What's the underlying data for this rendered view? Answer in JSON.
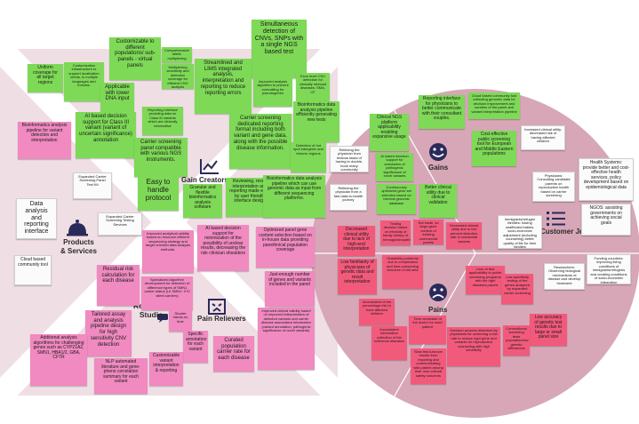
{
  "section_labels": {
    "gain_creators": "Gain Creators",
    "products_services": "Products\n& Services",
    "pain_relievers": "Pain Relievers",
    "gains": "Gains",
    "customer_jobs": "Customer Jobs",
    "pains": "Pains",
    "reporting_studio": "Reporting\nStudio"
  },
  "icons": [
    "chart-icon",
    "bell-icon",
    "face-sad-icon",
    "face-smile-icon",
    "checklist-icon",
    "speech-bubble-icon"
  ],
  "colors": {
    "green": "#7ed957",
    "pink": "#f08ac0",
    "red": "#f25a7c",
    "white": "#fbfbfb",
    "canvas": "#efdfe4"
  },
  "notes": [
    {
      "text": "Uniform coverage for all target regions"
    },
    {
      "text": "Customization infrastructure to support localization needs, in multiple languages and formats."
    },
    {
      "text": "Customizable to different populations/ sub-panels - virtual panels"
    },
    {
      "text": "Comprehensive allelic multiplexing"
    },
    {
      "text": "Simultaneous detection of CNVs, SNPs with a single NGS based test"
    },
    {
      "text": "Applicable with lower DNA input"
    },
    {
      "text": "Multiplexing sensitivity and detection coverage for efficient CNV analysis"
    },
    {
      "text": "Streamlined and LIMS integrated analysis, interpretation and reporting to reduce reporting errors"
    },
    {
      "text": "Improved analysis algorithm to prevent overcalling for pseudogenes"
    },
    {
      "text": "Exon level CNV detection for clinically relevant diseases: SMA, CF"
    },
    {
      "text": "AI based decision support for Class III variant (variant of uncertain significance) annotation"
    },
    {
      "text": "Reporting interface providing data on Class III variants which are clinically informative"
    },
    {
      "text": "Carrier screening dedicated reporting format including both variant and gene data, along with the possible disease information."
    },
    {
      "text": "Bioinformatics data analysis pipeline efficiently generating new tests"
    },
    {
      "text": "Bioinformatics analysis pipeline for variant detection and interpretation"
    },
    {
      "text": "Carrier screening panel compatible with various NGS instruments."
    },
    {
      "text": "Detection of hot spot intergenic and intronic regions"
    },
    {
      "text": "Easy to handle protocol"
    },
    {
      "text": "Granular and flexible bioinformatics analysis software"
    },
    {
      "text": "Reviewing, result interpretation and reporting made easy by user friendly interface design"
    },
    {
      "text": "Bioinformatics data analysis pipeline which can use genomic data as input from different sequencing platforms."
    },
    {
      "text": "Expanded Carrier Screening Panel Test Kit"
    },
    {
      "text": "Data analysis and reporting interface"
    },
    {
      "text": "Expanded Carrier Screening Testing Services"
    },
    {
      "text": "Cloud based community tool"
    },
    {
      "text": "Improved analytical validity based on resource efficient sequencing strategy and target oriented data analysis methods."
    },
    {
      "text": "AI based decision support for minimization of the possibility of unclear results, decreasing the risk clinician shoulders"
    },
    {
      "text": "Optimized panel gene content selection based on in-house data providing panethnical population coverage"
    },
    {
      "text": "Residual risk calculation for each disease"
    },
    {
      "text": "Specialized algorithm development for detection of difference types of SMN1 carrier status (i.e SMN1: 2+0 silent carriers)"
    },
    {
      "text": "Just-enough number of genes and variants included in the panel"
    },
    {
      "text": "Tailored assay and analysis pipeline design for high sensitivity CNV detection"
    },
    {
      "text": "Shorter hands-on time"
    },
    {
      "text": "Specific annotation for each variant"
    },
    {
      "text": "Curated population carrier rate for each disease"
    },
    {
      "text": "Improved clinical validity based on improved interpretation of detected variants and carrier disease association information (variant annotation, pathogenic significance of novel variants)"
    },
    {
      "text": "Additional analysis algorithms for challenging genes such as CYP21A2, SMN1, HBA1/2, GBA, CFTR"
    },
    {
      "text": "NLP automated literature and gene-pheno correlation summary for each variant"
    },
    {
      "text": "Customizable variant interpretation & reporting"
    },
    {
      "text": "Reporting interface for physicians to better communicate with their consultant couples."
    },
    {
      "text": "Cloud based community tool collecting genomic data for decision improvement and curation of the panel and variant interpretation pipeline"
    },
    {
      "text": "Clinical NGS platform applicability enabling expansive usage"
    },
    {
      "text": "Relieving the physician from tedious tasks of having to double-book many community databases"
    },
    {
      "text": "AI based decision support for annotation of pathogenic significance of novel variants"
    },
    {
      "text": "Cost-effective public screening tool for European and Middle Eastern populations"
    },
    {
      "text": "Increased clinical utility, decreased risk of having affected children"
    },
    {
      "text": "Relieving the physician from a fast data-to-health journey"
    },
    {
      "text": "Better clinical utility due to clinical validation"
    },
    {
      "text": "Continuously optimized gene set selection based on internal genomic database"
    },
    {
      "text": "Health Systems: provide better and cost-effective health services, policy development based on epidemiological data"
    },
    {
      "text": "Physicians: Consulting candidate parents on reproductive health based on carrier screening"
    },
    {
      "text": "Decreased clinical utility due to lack of high-end interpretation"
    },
    {
      "text": "Testing decision based on ethnicity of family history of hemoglobinopathies"
    },
    {
      "text": "Not small, so large gene content of existing commercial panels"
    },
    {
      "text": "Decreased clinical utility due to low percent detection rate in residential variants"
    },
    {
      "text": "Immigrants/refugee families: having unaffected babies, socio-economic adjustment (including counseling) better quality of life for their families"
    },
    {
      "text": "NGOS: assisting governments on achieving social goals"
    },
    {
      "text": "Low familiarity of physicians of genetic data and result interpretation"
    },
    {
      "text": "Scalability problems due to complicated and time-consuming structure of lab sets"
    },
    {
      "text": "Loss of test applicability to public screening programs with the right diseases panels"
    },
    {
      "text": "Low-specificity testing of the genes analyzed by expanded carrier screening"
    },
    {
      "text": "Inconsistent of the percentage risk to have affected children"
    },
    {
      "text": "Funding countries: improving living conditions of immigrants/refugees and creating conditions of socio-economic integration"
    },
    {
      "text": "Researchers: Observing biological mechanisms of disease and develop treatment"
    },
    {
      "text": "Inconsistent information collection of the reference diseases"
    },
    {
      "text": "Time constraint of the doctor for each patient"
    },
    {
      "text": "Decision process disturbed by physicians for screening a low rate to reduce right gene and variants for reproductive counseling with high sensitivity"
    },
    {
      "text": "Low accuracy of genetic test results due to large or small panel size"
    },
    {
      "text": "Conventional screening tests population/low genetic differences"
    },
    {
      "text": "Slow test turnover results from reporting and communicating with patient among their own cultural safety concerns"
    }
  ]
}
